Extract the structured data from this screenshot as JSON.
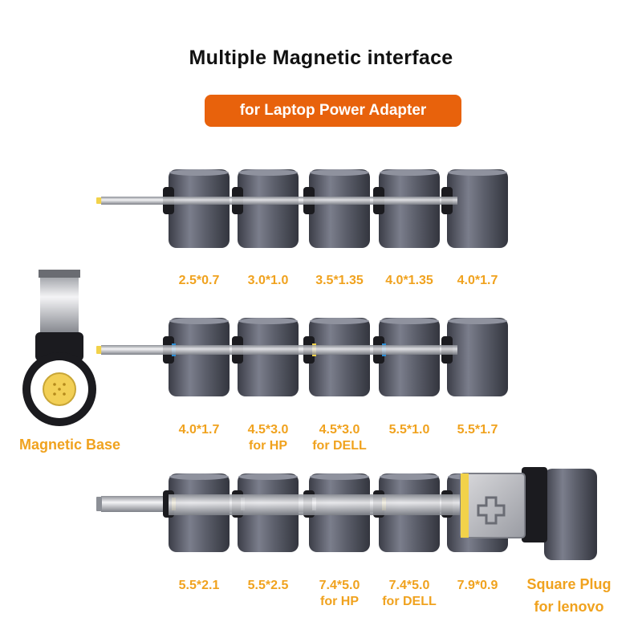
{
  "title": "Multiple Magnetic  interface",
  "subtitle": "for Laptop Power Adapter",
  "magnetic_base": "Magnetic Base",
  "colors": {
    "accent": "#e8620c",
    "label": "#f0a21e",
    "body": "#5a5c68",
    "tip": "#f2d24a"
  },
  "row1": [
    {
      "size": "2.5*0.7",
      "note": ""
    },
    {
      "size": "3.0*1.0",
      "note": ""
    },
    {
      "size": "3.5*1.35",
      "note": ""
    },
    {
      "size": "4.0*1.35",
      "note": ""
    },
    {
      "size": "4.0*1.7",
      "note": ""
    }
  ],
  "row2": [
    {
      "size": "4.0*1.7",
      "note": ""
    },
    {
      "size": "4.5*3.0",
      "note": "for HP"
    },
    {
      "size": "4.5*3.0",
      "note": "for DELL"
    },
    {
      "size": "5.5*1.0",
      "note": ""
    },
    {
      "size": "5.5*1.7",
      "note": ""
    }
  ],
  "row3": [
    {
      "size": "5.5*2.1",
      "note": ""
    },
    {
      "size": "5.5*2.5",
      "note": ""
    },
    {
      "size": "7.4*5.0",
      "note": "for HP"
    },
    {
      "size": "7.4*5.0",
      "note": "for DELL"
    },
    {
      "size": "7.9*0.9",
      "note": ""
    }
  ],
  "square_plug": {
    "label": "Square Plug",
    "note": "for lenovo"
  }
}
